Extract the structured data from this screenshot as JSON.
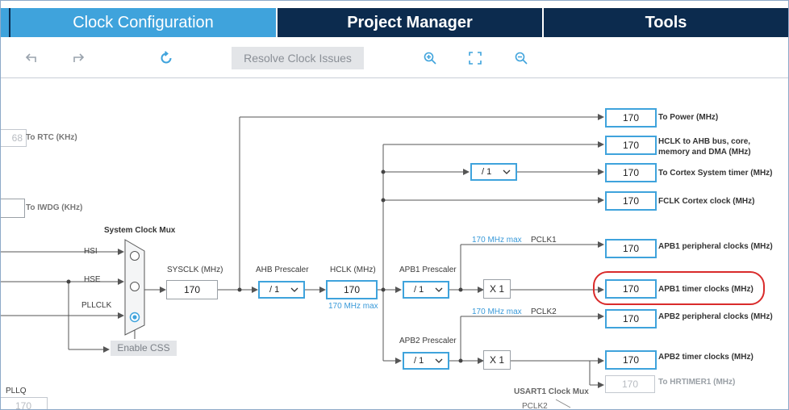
{
  "tabs": [
    {
      "label": "Clock Configuration",
      "active": true
    },
    {
      "label": "Project Manager",
      "active": false
    },
    {
      "label": "Tools",
      "active": false
    }
  ],
  "toolbar": {
    "resolve_label": "Resolve Clock Issues",
    "icons": [
      "undo-icon",
      "redo-icon",
      "refresh-icon",
      "zoom-in-icon",
      "fit-screen-icon",
      "zoom-out-icon"
    ]
  },
  "left": {
    "rtc_value": "68",
    "rtc_label": "To RTC (KHz)",
    "iwdg_label": "To IWDG (KHz)",
    "pllq_label": "PLLQ",
    "pllq_value": "170"
  },
  "mux": {
    "title": "System Clock Mux",
    "inputs": [
      "HSI",
      "HSE",
      "PLLCLK"
    ],
    "selected": "PLLCLK",
    "enable_css": "Enable CSS"
  },
  "sysclk": {
    "label": "SYSCLK (MHz)",
    "value": "170"
  },
  "ahb": {
    "label": "AHB Prescaler",
    "value": "/ 1"
  },
  "hclk": {
    "label": "HCLK (MHz)",
    "value": "170",
    "max": "170 MHz max"
  },
  "apb1": {
    "label": "APB1 Prescaler",
    "value": "/ 1",
    "max": "170 MHz max",
    "pclk": "PCLK1",
    "mult": "X 1"
  },
  "apb2": {
    "label": "APB2 Prescaler",
    "value": "/ 1",
    "max": "170 MHz max",
    "pclk": "PCLK2",
    "mult": "X 1"
  },
  "cortex_div": "/ 1",
  "outputs": {
    "power": {
      "value": "170",
      "label": "To Power (MHz)"
    },
    "hclk_ahb": {
      "value": "170",
      "label": "HCLK to AHB bus, core, memory and DMA (MHz)"
    },
    "cortex_timer": {
      "value": "170",
      "label": "To Cortex System timer (MHz)"
    },
    "fclk": {
      "value": "170",
      "label": "FCLK Cortex clock (MHz)"
    },
    "apb1_periph": {
      "value": "170",
      "label": "APB1 peripheral clocks (MHz)"
    },
    "apb1_timer": {
      "value": "170",
      "label": "APB1 timer clocks (MHz)"
    },
    "apb2_periph": {
      "value": "170",
      "label": "APB2 peripheral clocks (MHz)"
    },
    "apb2_timer": {
      "value": "170",
      "label": "APB2 timer clocks (MHz)"
    },
    "hrtimer": {
      "value": "170",
      "label": "To HRTIMER1 (MHz)"
    }
  },
  "usart": {
    "title": "USART1 Clock Mux",
    "input": "PCLK2"
  },
  "colors": {
    "tab_active": "#3fa3dc",
    "tab_bar": "#0c2b4e",
    "box_border": "#3fa3dc",
    "highlight": "#d92b2b",
    "hint": "#3a9ad9"
  }
}
